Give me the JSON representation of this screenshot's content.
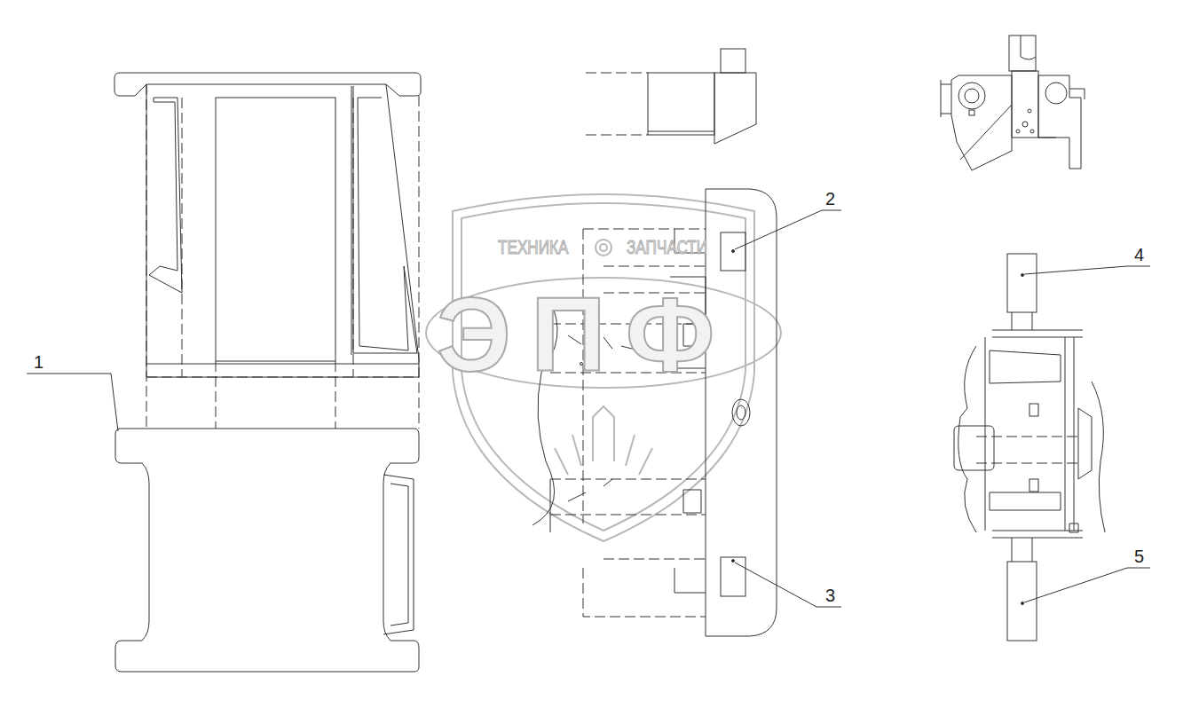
{
  "diagram": {
    "labels": [
      "1",
      "2",
      "3",
      "4",
      "5",
      "ТЕХНИКА",
      "ЗАПЧАСТИ",
      "ЭПФ"
    ]
  }
}
